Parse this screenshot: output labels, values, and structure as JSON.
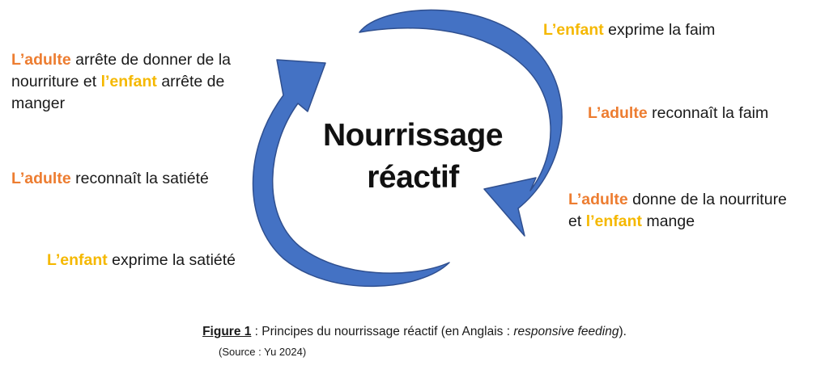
{
  "colors": {
    "arrow_fill": "#4472C4",
    "arrow_stroke": "#2F4F8F",
    "key_orange": "#ED7D31",
    "key_yellow": "#F5B800"
  },
  "diagram": {
    "center_title": [
      "Nourrissage",
      "réactif"
    ],
    "steps": [
      {
        "parts": [
          {
            "t": "L’enfant",
            "k": "yellow"
          },
          {
            "t": " exprime la faim"
          }
        ]
      },
      {
        "parts": [
          {
            "t": "L’adulte",
            "k": "orange"
          },
          {
            "t": " reconnaît la faim"
          }
        ]
      },
      {
        "parts": [
          {
            "t": "L’adulte",
            "k": "orange"
          },
          {
            "t": " donne de la nourriture"
          },
          {
            "br": true
          },
          {
            "t": "et "
          },
          {
            "t": "l’enfant",
            "k": "yellow"
          },
          {
            "t": " mange"
          }
        ]
      },
      {
        "parts": [
          {
            "t": "L’enfant",
            "k": "yellow"
          },
          {
            "t": " exprime la satiété"
          }
        ]
      },
      {
        "parts": [
          {
            "t": "L’adulte",
            "k": "orange"
          },
          {
            "t": " reconnaît la satiété"
          }
        ]
      },
      {
        "parts": [
          {
            "t": "L’adulte",
            "k": "orange"
          },
          {
            "t": " arrête de donner de la"
          },
          {
            "br": true
          },
          {
            "t": "nourriture et "
          },
          {
            "t": "l’enfant",
            "k": "yellow"
          },
          {
            "t": " arrête de"
          },
          {
            "br": true
          },
          {
            "t": "manger"
          }
        ]
      }
    ]
  },
  "caption": {
    "figure_label": "Figure 1",
    "text_before": " : Principes du nourrissage réactif (en Anglais : ",
    "english_term": "responsive feeding",
    "text_after": ").",
    "source": "(Source : Yu 2024)"
  }
}
